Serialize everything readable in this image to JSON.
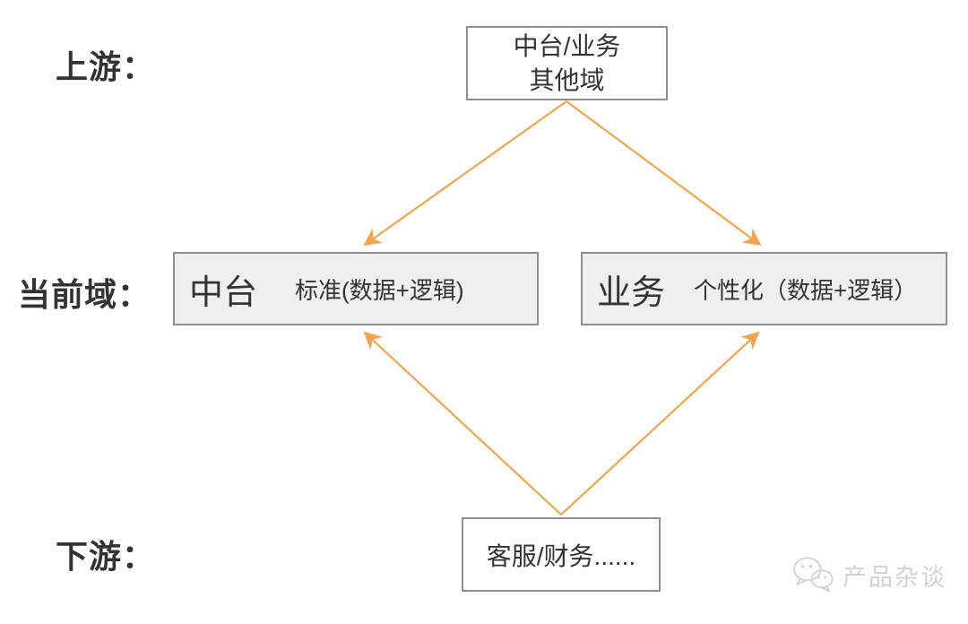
{
  "diagram": {
    "labels": {
      "upstream": "上游：",
      "current_domain": "当前域：",
      "downstream": "下游："
    },
    "nodes": {
      "upstream_box": {
        "line1": "中台/业务",
        "line2": "其他域"
      },
      "middle_platform_box": {
        "title": "中台",
        "subtitle": "标准(数据+逻辑)"
      },
      "business_box": {
        "title": "业务",
        "subtitle": "个性化（数据+逻辑）"
      },
      "downstream_box": {
        "label": "客服/财务......"
      }
    },
    "edges": [
      {
        "from": "upstream_box",
        "to": "middle_platform_box"
      },
      {
        "from": "upstream_box",
        "to": "business_box"
      },
      {
        "from": "downstream_box",
        "to": "middle_platform_box"
      },
      {
        "from": "downstream_box",
        "to": "business_box"
      }
    ],
    "colors": {
      "arrow": "#F2A44F",
      "box_border": "#8F8F8F",
      "box_fill_gray": "#EFEFEF",
      "box_fill_white": "#FFFFFF",
      "text": "#333333",
      "watermark": "#D3D3D3"
    }
  },
  "watermark": {
    "icon": "wechat-icon",
    "label": "产品杂谈"
  }
}
